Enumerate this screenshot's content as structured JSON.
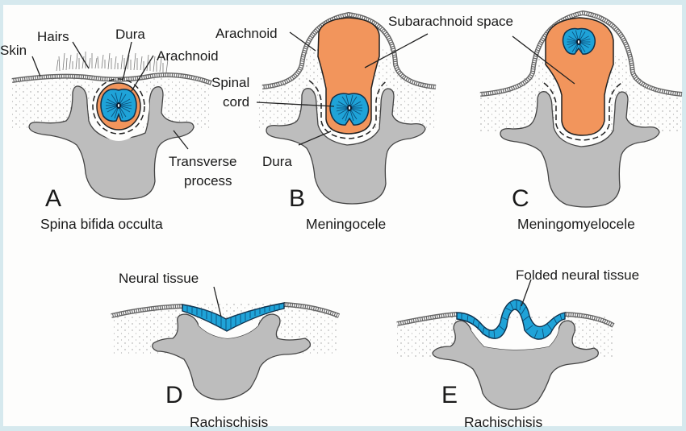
{
  "figure": {
    "background_color": "#d6e9ee",
    "colors": {
      "subarachnoid_space": "#f2955c",
      "neural_tissue": "#1fa3d8",
      "bone": "#bdbdbd"
    },
    "panels": [
      {
        "letter": "A",
        "caption": "Spina bifida occulta",
        "labels": [
          "Skin",
          "Hairs",
          "Dura",
          "Arachnoid",
          "Transverse",
          "process"
        ]
      },
      {
        "letter": "B",
        "caption": "Meningocele",
        "labels": [
          "Arachnoid",
          "Subarachnoid space",
          "Spinal",
          "cord",
          "Dura"
        ]
      },
      {
        "letter": "C",
        "caption": "Meningomyelocele",
        "labels": []
      },
      {
        "letter": "D",
        "caption": "Rachischisis",
        "labels": [
          "Neural tissue"
        ]
      },
      {
        "letter": "E",
        "caption": "Rachischisis",
        "labels": [
          "Folded neural tissue"
        ]
      }
    ]
  }
}
